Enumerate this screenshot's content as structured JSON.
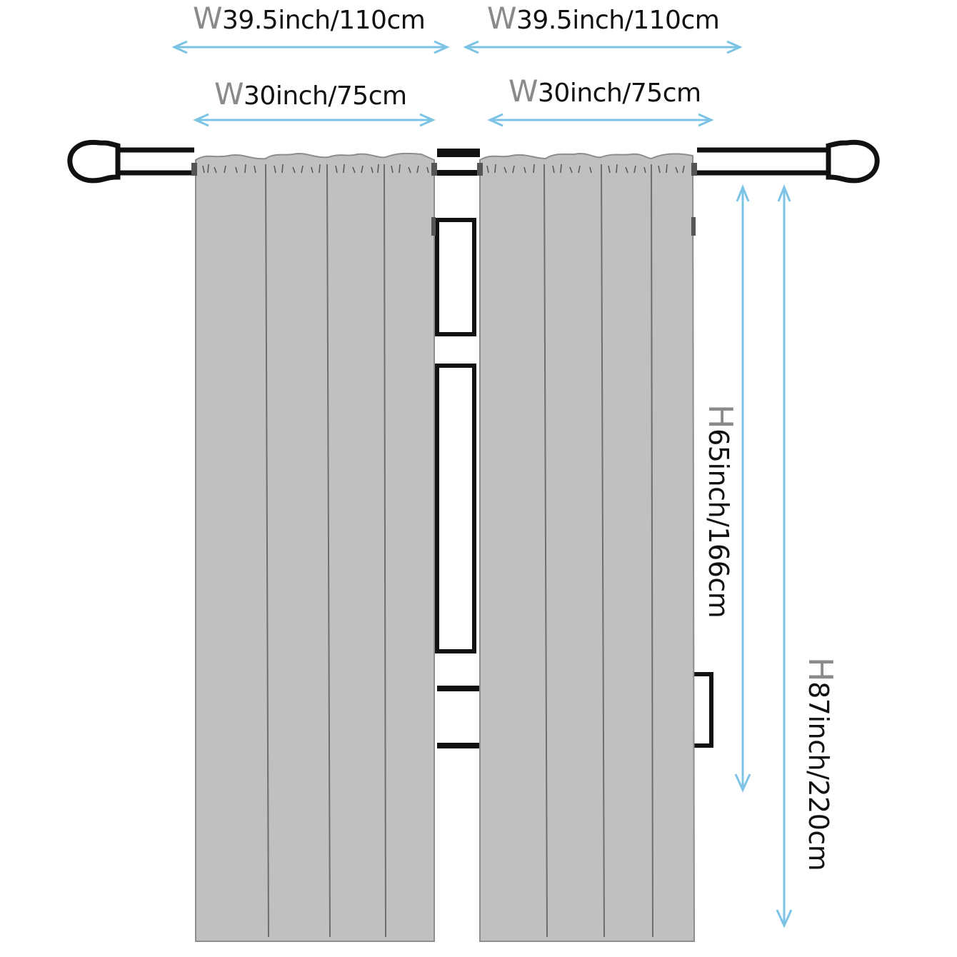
{
  "labels": {
    "rod_width_left": {
      "prefix": "W",
      "value": "39.5inch/110cm"
    },
    "rod_width_right": {
      "prefix": "W",
      "value": "39.5inch/110cm"
    },
    "panel_width_left": {
      "prefix": "W",
      "value": "30inch/75cm"
    },
    "panel_width_right": {
      "prefix": "W",
      "value": "30inch/75cm"
    },
    "height_short": {
      "prefix": "H",
      "value": "65inch/166cm"
    },
    "height_long": {
      "prefix": "H",
      "value": "87inch/220cm"
    }
  },
  "colors": {
    "curtain": "#c1bfc0",
    "outline": "#111111",
    "arrow": "#7cc3e6",
    "prefix": "#8a8a8a"
  }
}
